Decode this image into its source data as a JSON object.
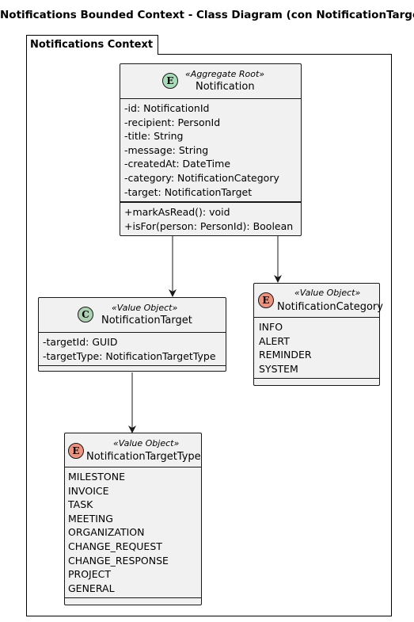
{
  "title": "Notifications Bounded Context - Class Diagram (con NotificationTarget)",
  "package": {
    "name": "Notifications Context"
  },
  "classes": {
    "notification": {
      "badge": "E",
      "stereotype": "«Aggregate Root»",
      "name": "Notification",
      "attributes": [
        "-id: NotificationId",
        "-recipient: PersonId",
        "-title: String",
        "-message: String",
        "-createdAt: DateTime",
        "-category: NotificationCategory",
        "-target: NotificationTarget"
      ],
      "methods": [
        "+markAsRead(): void",
        "+isFor(person: PersonId): Boolean"
      ]
    },
    "target": {
      "badge": "C",
      "stereotype": "«Value Object»",
      "name": "NotificationTarget",
      "attributes": [
        "-targetId: GUID",
        "-targetType: NotificationTargetType"
      ]
    },
    "category": {
      "badge": "E",
      "stereotype": "«Value Object»",
      "name": "NotificationCategory",
      "values": [
        "INFO",
        "ALERT",
        "REMINDER",
        "SYSTEM"
      ]
    },
    "targetType": {
      "badge": "E",
      "stereotype": "«Value Object»",
      "name": "NotificationTargetType",
      "values": [
        "MILESTONE",
        "INVOICE",
        "TASK",
        "MEETING",
        "ORGANIZATION",
        "CHANGE_REQUEST",
        "CHANGE_RESPONSE",
        "PROJECT",
        "GENERAL"
      ]
    }
  },
  "relations": [
    {
      "from": "Notification",
      "to": "NotificationTarget"
    },
    {
      "from": "Notification",
      "to": "NotificationCategory"
    },
    {
      "from": "NotificationTarget",
      "to": "NotificationTargetType"
    }
  ]
}
